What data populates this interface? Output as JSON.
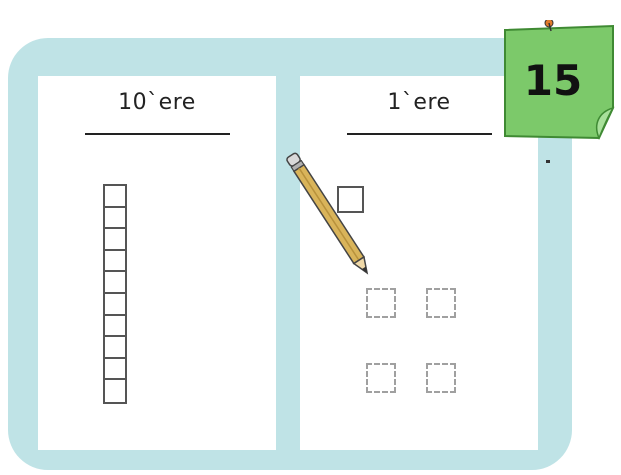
{
  "tens_panel": {
    "heading": "10`ere",
    "rod_units": 10
  },
  "ones_panel": {
    "heading": "1`ere",
    "solid_cubes": 1,
    "dashed_cubes": 4
  },
  "sticky_note": {
    "number": "15",
    "color": "#7cc96a"
  },
  "colors": {
    "board": "#bfe3e6",
    "panel": "#ffffff",
    "outline": "#555555",
    "dashed": "#a0a0a0"
  }
}
